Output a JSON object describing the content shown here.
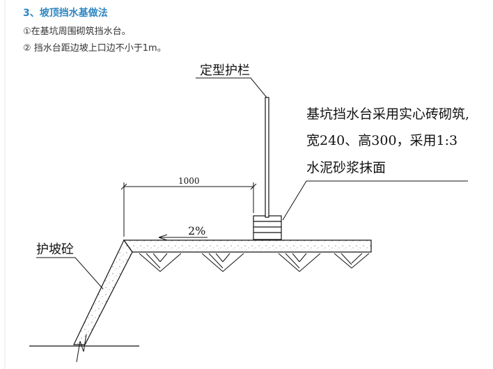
{
  "section": {
    "heading": "3、坡顶挡水基做法",
    "items": [
      "①在基坑周围砌筑挡水台。",
      "② 挡水台距边坡上口边不小于1m。"
    ]
  },
  "drawing": {
    "rail_label": "定型护栏",
    "wall_note": [
      "基坑挡水台采用实心砖砌筑,",
      "宽240、高300，采用1:3",
      "水泥砂浆抹面"
    ],
    "dimension": "1000",
    "slope_grade": "2%",
    "slope_protection_label": "护坡砼"
  },
  "colors": {
    "heading": "#2e86c1",
    "text": "#333333",
    "ink": "#111111"
  }
}
